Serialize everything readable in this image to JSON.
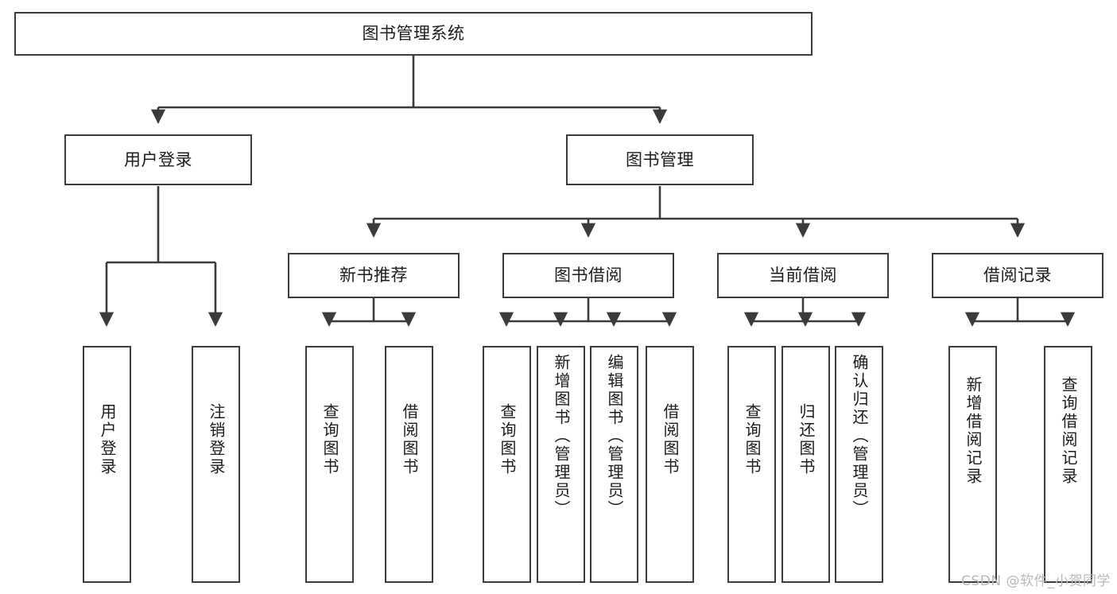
{
  "diagram": {
    "type": "tree-hierarchy",
    "title": "图书管理系统",
    "watermark": "CSDN @软件_小贺同学",
    "colors": {
      "stroke": "#3b3b3b",
      "fill": "#ffffff",
      "text": "#1c1c1c",
      "watermark": "#b9b9b9"
    },
    "nodes": {
      "root": {
        "label": "图书管理系统",
        "level": 0
      },
      "level1": [
        {
          "id": "user-login",
          "label": "用户登录"
        },
        {
          "id": "book-manage",
          "label": "图书管理"
        }
      ],
      "level2": [
        {
          "id": "new-book-recommend",
          "label": "新书推荐",
          "parent": "book-manage"
        },
        {
          "id": "book-borrow",
          "label": "图书借阅",
          "parent": "book-manage"
        },
        {
          "id": "current-borrow",
          "label": "当前借阅",
          "parent": "book-manage"
        },
        {
          "id": "borrow-record",
          "label": "借阅记录",
          "parent": "book-manage"
        }
      ],
      "leaves": [
        {
          "id": "leaf-user-login",
          "label": "用户登录",
          "parent": "user-login"
        },
        {
          "id": "leaf-logout-login",
          "label": "注销登录",
          "parent": "user-login"
        },
        {
          "id": "leaf-query-book-1",
          "label": "查询图书",
          "parent": "new-book-recommend"
        },
        {
          "id": "leaf-borrow-book-1",
          "label": "借阅图书",
          "parent": "new-book-recommend"
        },
        {
          "id": "leaf-query-book-2",
          "label": "查询图书",
          "parent": "book-borrow"
        },
        {
          "id": "leaf-add-book",
          "label": "新增图书（管理员）",
          "parent": "book-borrow"
        },
        {
          "id": "leaf-edit-book",
          "label": "编辑图书（管理员）",
          "parent": "book-borrow"
        },
        {
          "id": "leaf-borrow-book-2",
          "label": "借阅图书",
          "parent": "book-borrow"
        },
        {
          "id": "leaf-query-book-3",
          "label": "查询图书",
          "parent": "current-borrow"
        },
        {
          "id": "leaf-return-book",
          "label": "归还图书",
          "parent": "current-borrow"
        },
        {
          "id": "leaf-confirm-return",
          "label": "确认归还（管理员）",
          "parent": "current-borrow"
        },
        {
          "id": "leaf-add-record",
          "label": "新增借阅记录",
          "parent": "borrow-record"
        },
        {
          "id": "leaf-query-record",
          "label": "查询借阅记录",
          "parent": "borrow-record"
        }
      ]
    }
  }
}
